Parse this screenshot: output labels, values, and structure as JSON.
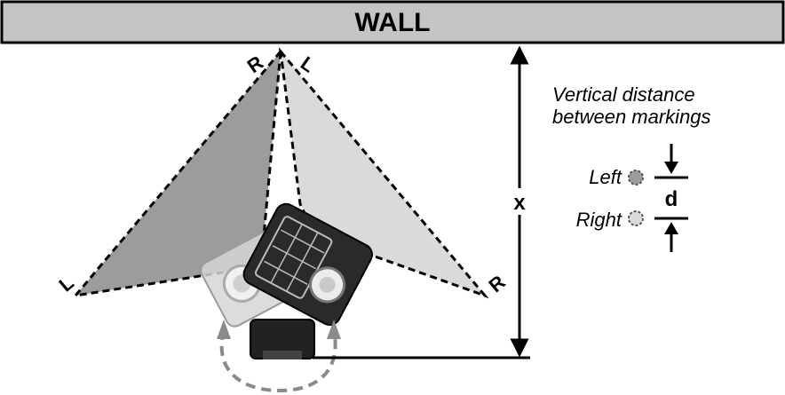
{
  "wall": {
    "label": "WALL"
  },
  "beams": {
    "top_left_tag": "R",
    "top_right_tag": "L",
    "bottom_left_tag": "L",
    "bottom_right_tag": "R"
  },
  "distance": {
    "label": "x"
  },
  "legend": {
    "caption_line1": "Vertical distance",
    "caption_line2": "between markings",
    "left_label": "Left",
    "right_label": "Right",
    "d_label": "d"
  },
  "colors": {
    "wall_fill": "#c4c4c4",
    "left_beam_fill": "#9c9c9c",
    "right_beam_fill": "#dadada",
    "rotation_arrow": "#8a8a8a",
    "device_dark": "#2a2a2a",
    "device_light": "#d6d6d6"
  }
}
